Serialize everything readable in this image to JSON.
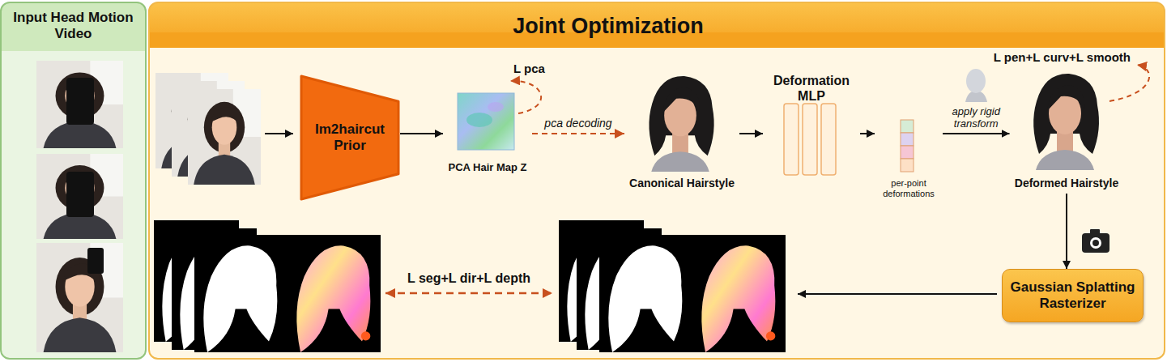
{
  "diagram": {
    "nodes": [
      {
        "text": [
          "Input Head Motion Video"
        ]
      },
      {
        "text": [
          "Joint Optimization"
        ]
      },
      {
        "text": [
          "Im2haircut Prior"
        ],
        "in": 1
      },
      {
        "text": [
          "PCA Hair Map Z"
        ],
        "in": 1
      },
      {
        "text": [
          "Canonical Hairstyle"
        ],
        "in": 1
      },
      {
        "text": [
          "Deformation MLP"
        ],
        "in": 1
      },
      {
        "text": [
          "per-point deformations"
        ],
        "in": 1
      },
      {
        "text": [
          "Deformed Hairstyle"
        ],
        "in": 1
      },
      {
        "text": [
          "Gaussian Splatting Rasterizer"
        ],
        "in": 1
      }
    ],
    "edges": [
      {
        "from": 2,
        "to": 3,
        "arrow": "to"
      },
      {
        "from": 3,
        "to": 4,
        "label": "pca decoding",
        "arrow": "to"
      },
      {
        "from": 4,
        "to": 5,
        "arrow": "to"
      },
      {
        "from": 5,
        "to": 6,
        "arrow": "to"
      },
      {
        "from": 6,
        "to": 7,
        "label": "apply rigid transform",
        "arrow": "to"
      },
      {
        "from": 7,
        "to": 8,
        "arrow": "to"
      }
    ],
    "labels": [
      "L pca",
      "L pen+L curv+L smooth",
      "L seg+L dir+L depth"
    ]
  }
}
